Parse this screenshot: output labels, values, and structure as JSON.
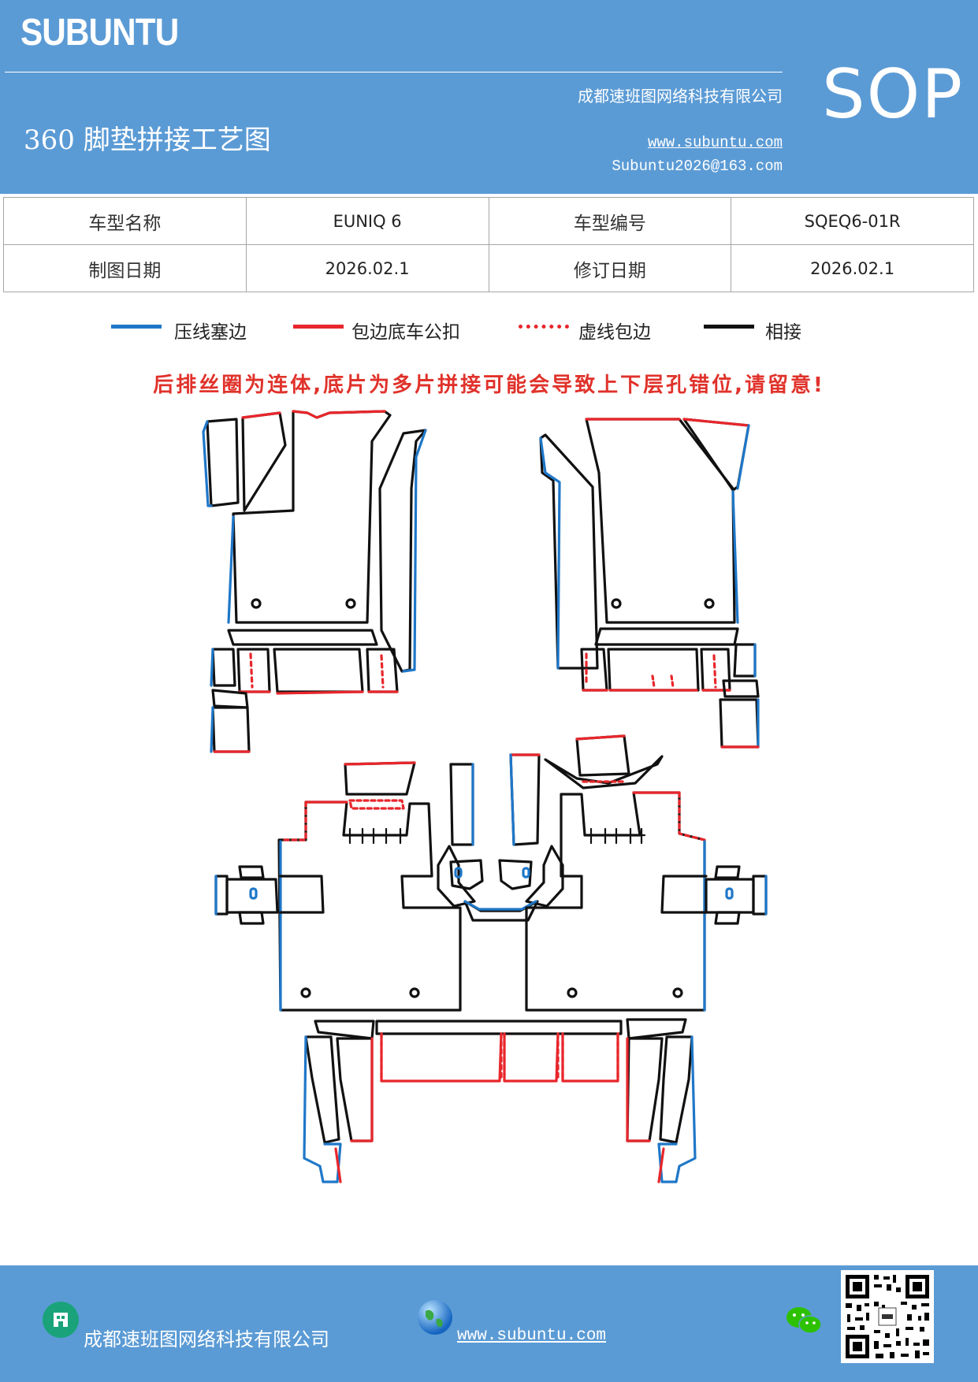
{
  "header": {
    "brand": "SUBUNTU",
    "company": "成都速班图网络科技有限公司",
    "title": "360 脚垫拼接工艺图",
    "website": "www.subuntu.com",
    "email": "Subuntu2026@163.com",
    "badge": "SOP"
  },
  "info": {
    "model_name_label": "车型名称",
    "model_name": "EUNIQ 6",
    "model_code_label": "车型编号",
    "model_code": "SQEQ6-01R",
    "drawing_date_label": "制图日期",
    "drawing_date": "2026.02.1",
    "revision_date_label": "修订日期",
    "revision_date": "2026.02.1"
  },
  "legend": [
    {
      "label": "压线塞边",
      "color": "#1f77c8",
      "style": "solid"
    },
    {
      "label": "包边底车公扣",
      "color": "#e8262b",
      "style": "solid"
    },
    {
      "label": "虚线包边",
      "color": "#e8262b",
      "style": "dashed"
    },
    {
      "label": "相接",
      "color": "#111111",
      "style": "solid"
    }
  ],
  "warning": "后排丝圈为连体,底片为多片拼接可能会导致上下层孔错位,请留意!",
  "footer": {
    "company": "成都速班图网络科技有限公司",
    "website": "www.subuntu.com"
  },
  "icons": {
    "company": "building-icon",
    "web": "globe-icon",
    "wechat": "wechat-icon",
    "qr": "qr-code"
  },
  "colors": {
    "header_bg": "#5b9bd5",
    "blue_line": "#1f77c8",
    "red_line": "#e8262b",
    "black_line": "#111111",
    "warning": "#e0322b"
  }
}
